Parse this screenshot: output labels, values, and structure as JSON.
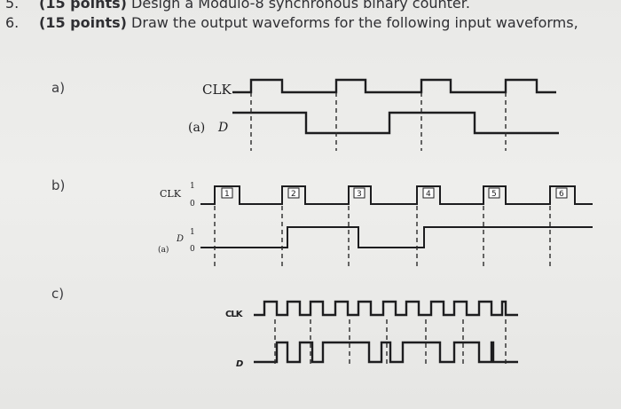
{
  "questions": {
    "q5": {
      "number": "5.",
      "points": "(15 points)",
      "text": " Design a Modulo-8 synchronous binary counter."
    },
    "q6": {
      "number": "6.",
      "points": "(15 points)",
      "text": " Draw the output waveforms for the following input waveforms,"
    }
  },
  "parts": {
    "a": {
      "label": "a)",
      "clk_label": "CLK",
      "d_prefix": "(a)",
      "d_label": "D"
    },
    "b": {
      "label": "b)",
      "clk_label": "CLK",
      "clk_one": "1",
      "clk_zero": "0",
      "d_prefix": "(a)",
      "d_label": "D",
      "d_one": "1",
      "d_zero": "0",
      "pulse_numbers": [
        "1",
        "2",
        "3",
        "4",
        "5",
        "6"
      ]
    },
    "c": {
      "label": "c)",
      "clk_label": "CLK",
      "d_label": "D"
    }
  }
}
